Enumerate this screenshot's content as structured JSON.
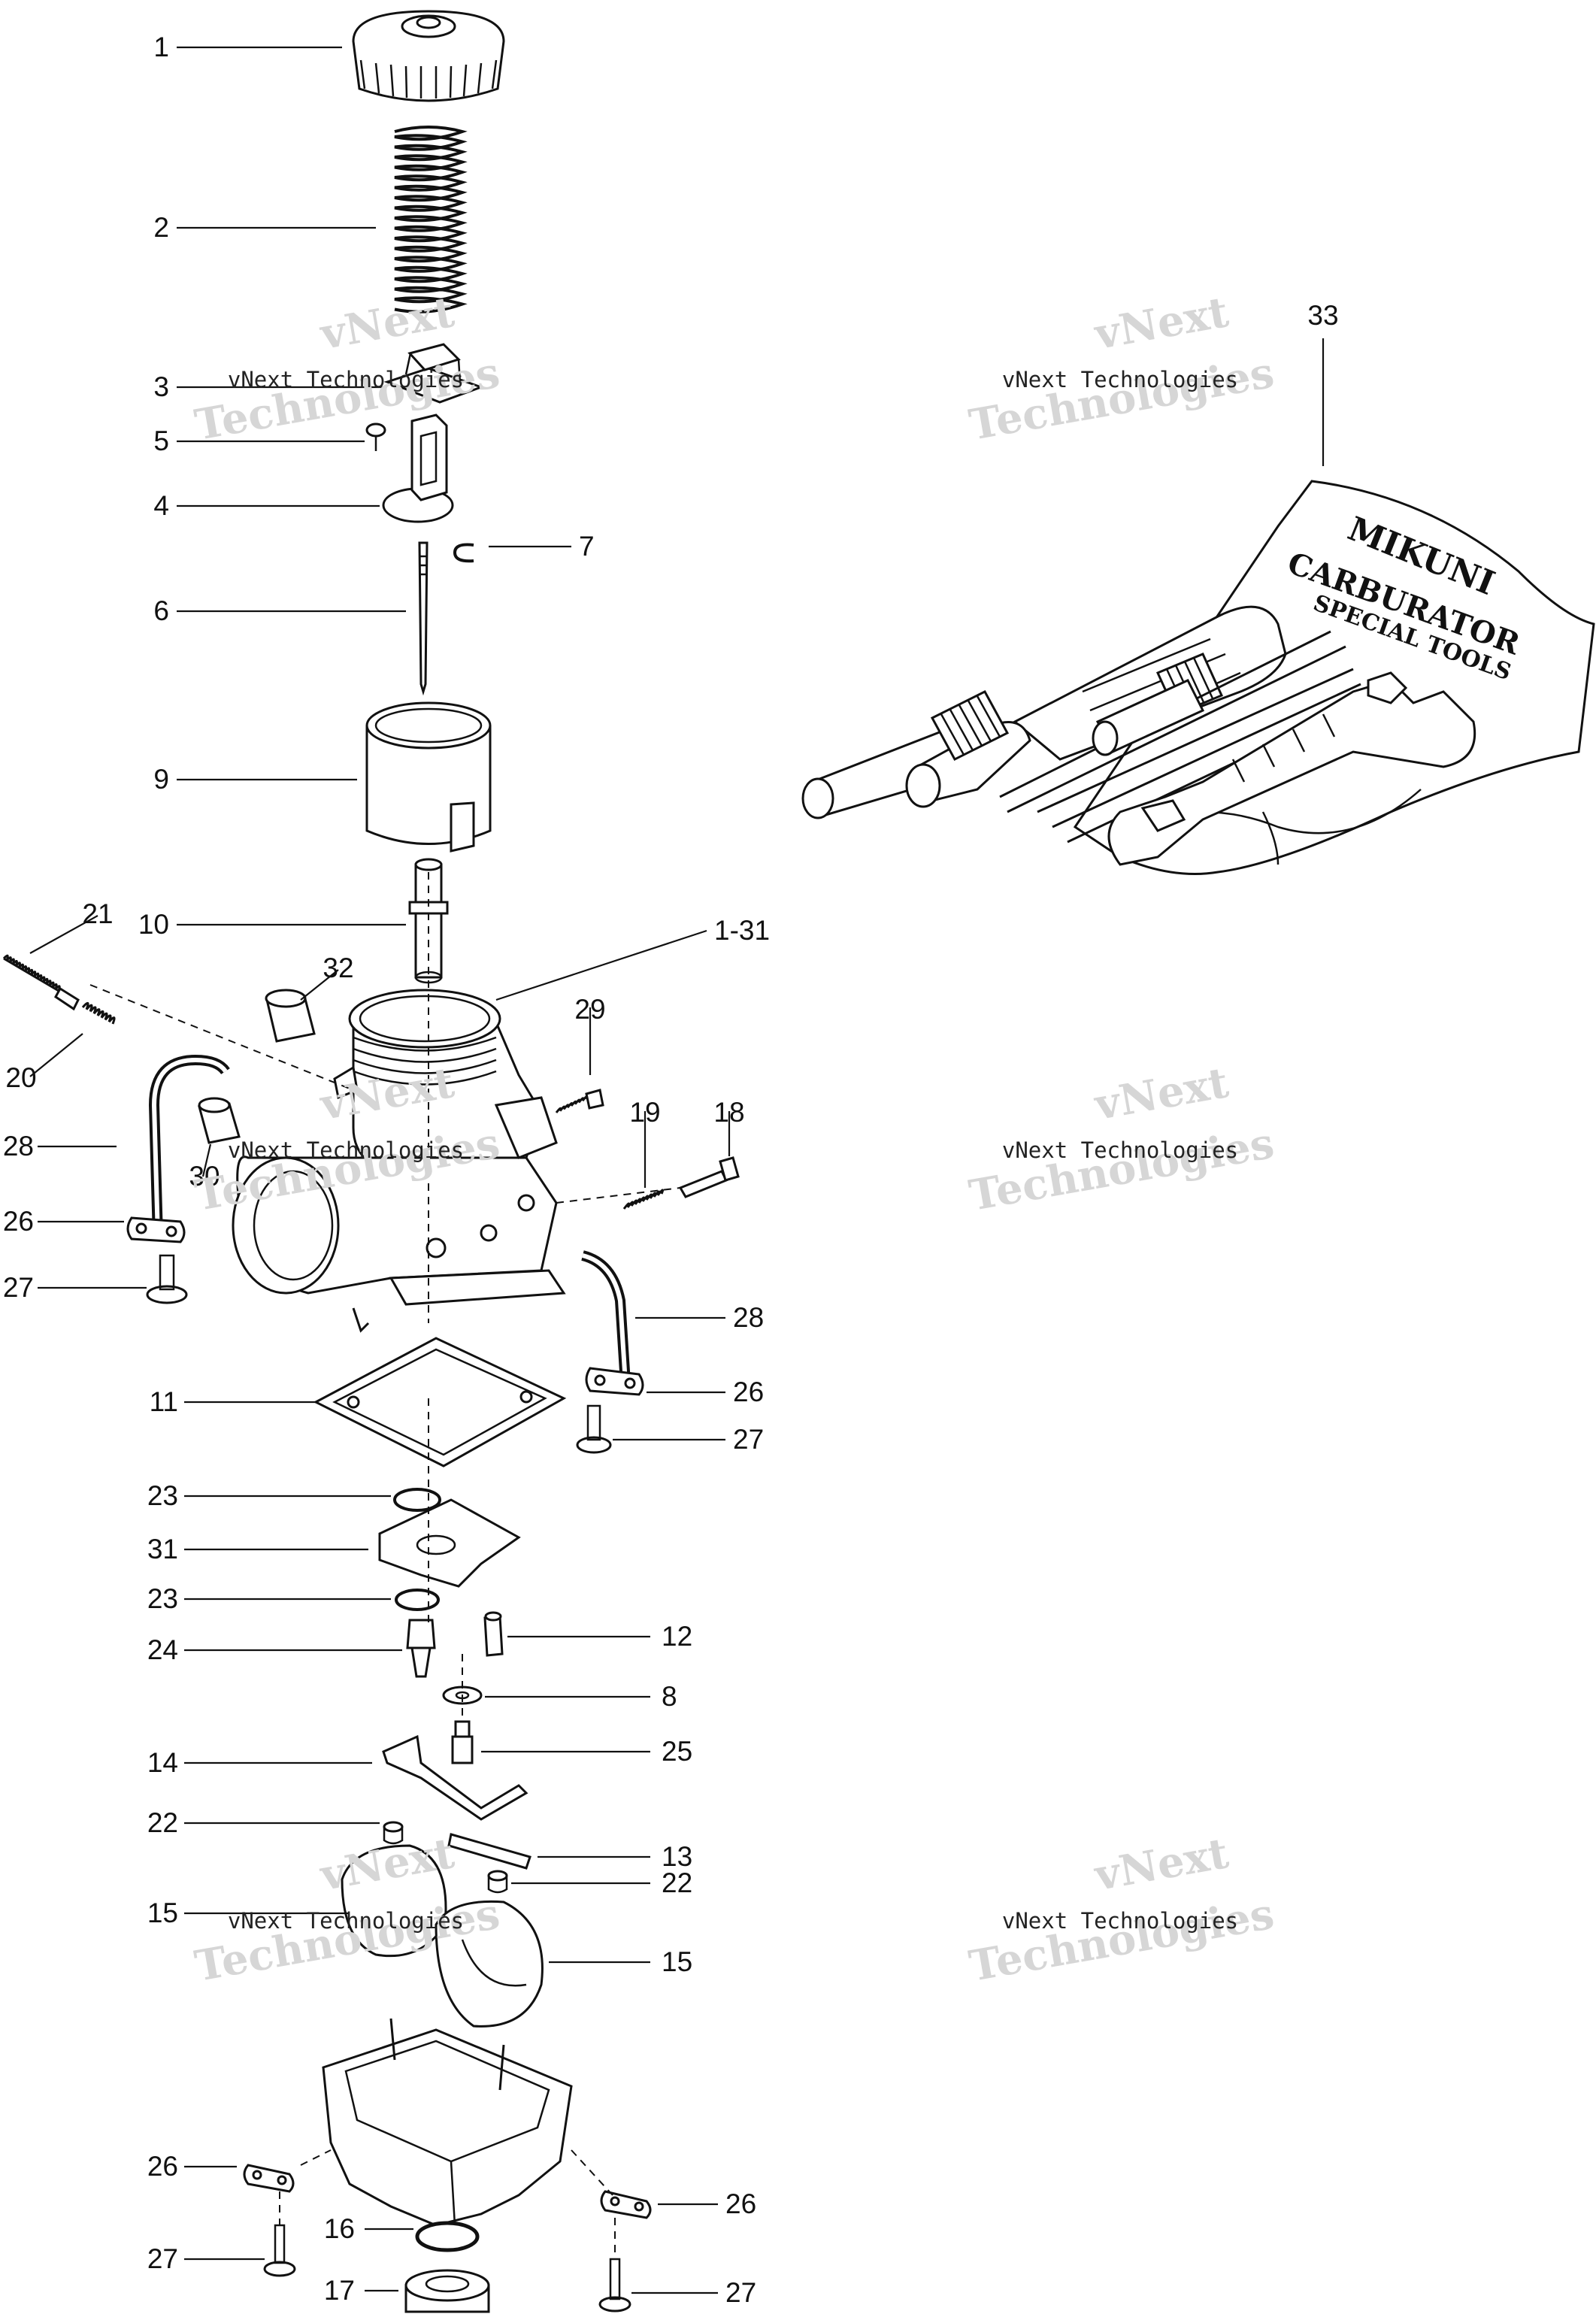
{
  "callouts": [
    {
      "label": "1",
      "side": "left"
    },
    {
      "label": "2",
      "side": "left"
    },
    {
      "label": "3",
      "side": "left"
    },
    {
      "label": "5",
      "side": "left"
    },
    {
      "label": "4",
      "side": "left"
    },
    {
      "label": "7",
      "side": "right"
    },
    {
      "label": "6",
      "side": "left"
    },
    {
      "label": "9",
      "side": "left"
    },
    {
      "label": "10",
      "side": "left"
    },
    {
      "label": "21",
      "side": "left"
    },
    {
      "label": "1-31",
      "side": "right"
    },
    {
      "label": "32",
      "side": "left"
    },
    {
      "label": "29",
      "side": "right"
    },
    {
      "label": "20",
      "side": "left"
    },
    {
      "label": "19",
      "side": "right"
    },
    {
      "label": "18",
      "side": "right"
    },
    {
      "label": "28",
      "side": "left"
    },
    {
      "label": "30",
      "side": "left"
    },
    {
      "label": "26",
      "side": "left"
    },
    {
      "label": "27",
      "side": "left"
    },
    {
      "label": "28",
      "side": "right"
    },
    {
      "label": "26",
      "side": "right"
    },
    {
      "label": "27",
      "side": "right"
    },
    {
      "label": "11",
      "side": "left"
    },
    {
      "label": "23",
      "side": "left"
    },
    {
      "label": "31",
      "side": "left"
    },
    {
      "label": "23",
      "side": "left"
    },
    {
      "label": "24",
      "side": "left"
    },
    {
      "label": "12",
      "side": "right"
    },
    {
      "label": "8",
      "side": "right"
    },
    {
      "label": "14",
      "side": "left"
    },
    {
      "label": "25",
      "side": "right"
    },
    {
      "label": "22",
      "side": "left"
    },
    {
      "label": "13",
      "side": "right"
    },
    {
      "label": "22",
      "side": "right"
    },
    {
      "label": "15",
      "side": "left"
    },
    {
      "label": "15",
      "side": "right"
    },
    {
      "label": "26",
      "side": "left"
    },
    {
      "label": "26",
      "side": "right"
    },
    {
      "label": "16",
      "side": "left"
    },
    {
      "label": "27",
      "side": "left"
    },
    {
      "label": "27",
      "side": "right"
    },
    {
      "label": "17",
      "side": "left"
    },
    {
      "label": "33",
      "side": "right"
    }
  ],
  "watermark": {
    "line1": "vNext",
    "line2": "Technologies",
    "small": "vNext Technologies"
  },
  "pouch_text": {
    "brand": "MIKUNI",
    "line1": "CARBURATOR",
    "line2": "SPECIAL TOOLS"
  }
}
